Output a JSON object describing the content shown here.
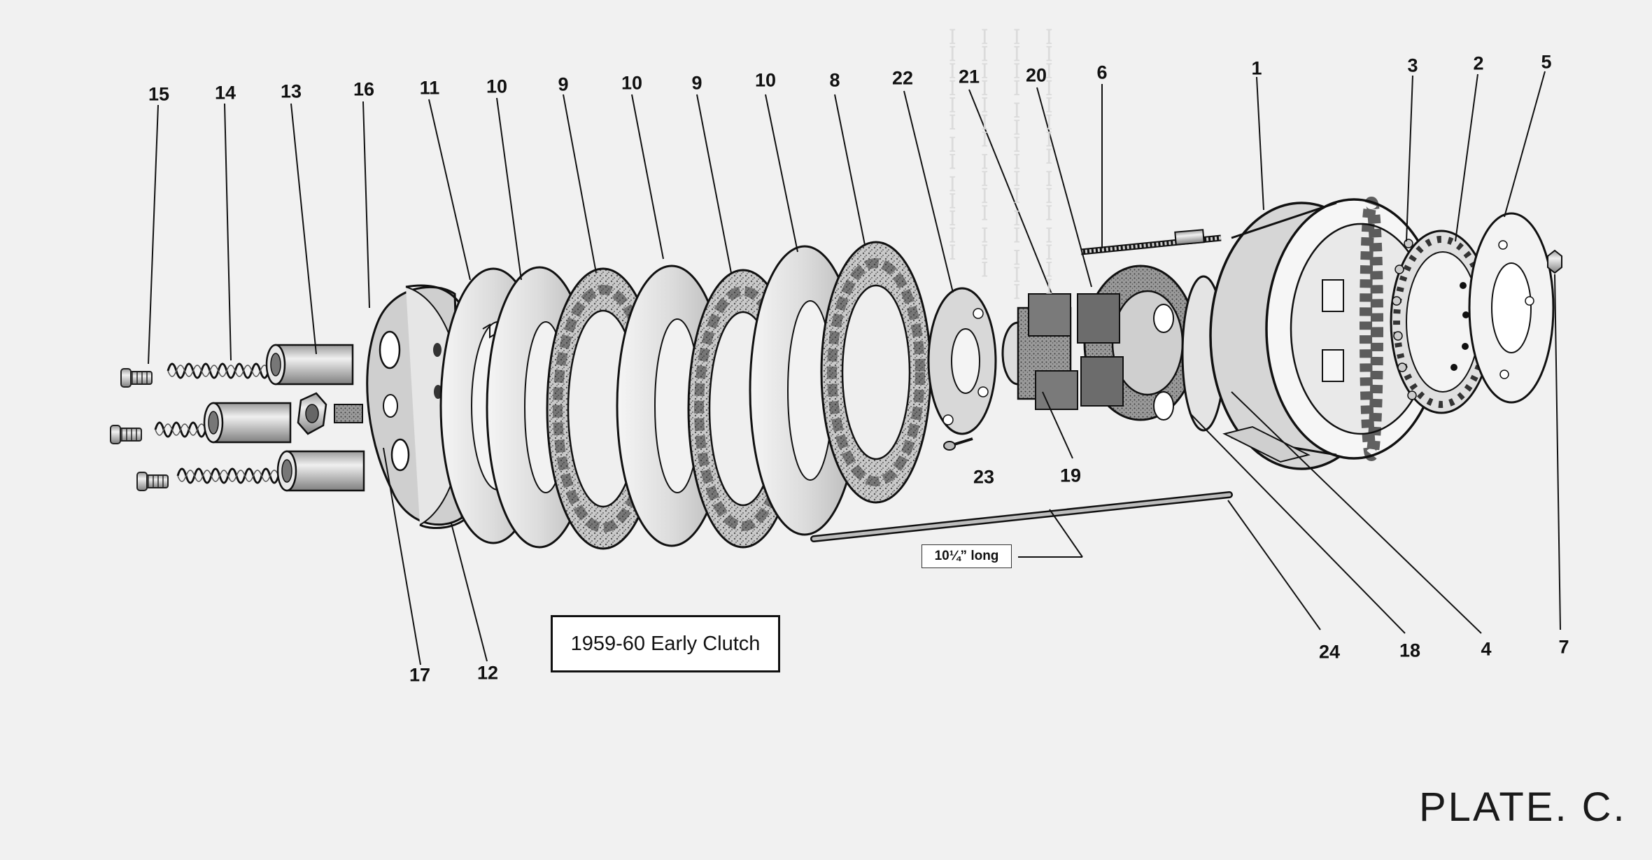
{
  "diagram": {
    "caption": "1959-60 Early Clutch",
    "rod_length_note": "10¼” long",
    "plate_title": "PLATE. C."
  },
  "part_labels": [
    {
      "id": "15",
      "text": "15"
    },
    {
      "id": "14",
      "text": "14"
    },
    {
      "id": "13",
      "text": "13"
    },
    {
      "id": "16",
      "text": "16"
    },
    {
      "id": "11",
      "text": "11"
    },
    {
      "id": "10a",
      "text": "10"
    },
    {
      "id": "9a",
      "text": "9"
    },
    {
      "id": "10b",
      "text": "10"
    },
    {
      "id": "9b",
      "text": "9"
    },
    {
      "id": "10c",
      "text": "10"
    },
    {
      "id": "8",
      "text": "8"
    },
    {
      "id": "22",
      "text": "22"
    },
    {
      "id": "21",
      "text": "21"
    },
    {
      "id": "20",
      "text": "20"
    },
    {
      "id": "6",
      "text": "6"
    },
    {
      "id": "1",
      "text": "1"
    },
    {
      "id": "3",
      "text": "3"
    },
    {
      "id": "2",
      "text": "2"
    },
    {
      "id": "5",
      "text": "5"
    },
    {
      "id": "23",
      "text": "23"
    },
    {
      "id": "19",
      "text": "19"
    },
    {
      "id": "17",
      "text": "17"
    },
    {
      "id": "12",
      "text": "12"
    },
    {
      "id": "24",
      "text": "24"
    },
    {
      "id": "18",
      "text": "18"
    },
    {
      "id": "4",
      "text": "4"
    },
    {
      "id": "7",
      "text": "7"
    }
  ]
}
